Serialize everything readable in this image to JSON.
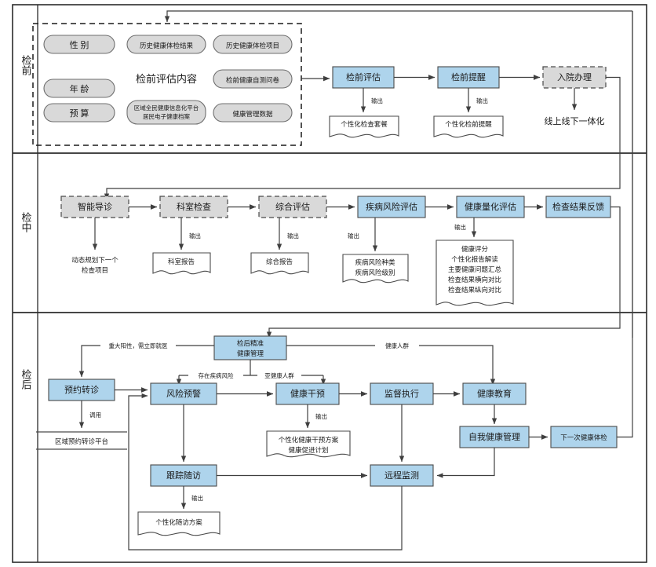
{
  "figure": {
    "type": "flowchart",
    "orientation": "three-phase horizontal swimlane",
    "colors": {
      "blue_fill": "#aed4ec",
      "gray_fill": "#d9d9d9",
      "white_fill": "#ffffff",
      "stroke": "#3f3f3f",
      "text": "#1a1a1a"
    }
  },
  "lanes": [
    {
      "id": "pre",
      "label": "检前"
    },
    {
      "id": "mid",
      "label": "检中"
    },
    {
      "id": "post",
      "label": "检后"
    }
  ],
  "pre": {
    "group_title": "检前评估内容",
    "inputs": [
      {
        "label": "性 别",
        "shape": "rounded",
        "fill": "gray"
      },
      {
        "label": "年 龄",
        "shape": "rounded",
        "fill": "gray"
      },
      {
        "label": "预 算",
        "shape": "rounded",
        "fill": "gray"
      },
      {
        "label": "历史健康体检结果",
        "shape": "rounded",
        "fill": "gray"
      },
      {
        "label": "区域全民健康信息化平台\n居民电子健康档案",
        "line1": "区域全民健康信息化平台",
        "line2": "居民电子健康档案",
        "shape": "rounded",
        "fill": "gray"
      },
      {
        "label": "历史健康体检项目",
        "shape": "rounded",
        "fill": "gray"
      },
      {
        "label": "检前健康自测问卷",
        "shape": "rounded",
        "fill": "gray"
      },
      {
        "label": "健康管理数据",
        "shape": "rounded",
        "fill": "gray"
      }
    ],
    "steps": [
      {
        "label": "检前评估",
        "shape": "rect",
        "fill": "blue"
      },
      {
        "label": "检前提醒",
        "shape": "rect",
        "fill": "blue"
      },
      {
        "label": "入院办理",
        "shape": "rect-dashed",
        "fill": "gray"
      }
    ],
    "outputs": [
      {
        "connector": "输出",
        "doc": "个性化检查套餐"
      },
      {
        "connector": "输出",
        "doc": "个性化检前提醒"
      }
    ],
    "note": "线上线下一体化"
  },
  "mid": {
    "steps": [
      {
        "label": "智能导诊",
        "shape": "rect-dashed",
        "fill": "gray"
      },
      {
        "label": "科室检查",
        "shape": "rect-dashed",
        "fill": "gray"
      },
      {
        "label": "综合评估",
        "shape": "rect-dashed",
        "fill": "gray"
      },
      {
        "label": "疾病风险评估",
        "shape": "rect",
        "fill": "blue"
      },
      {
        "label": "健康量化评估",
        "shape": "rect",
        "fill": "blue"
      },
      {
        "label": "检查结果反馈",
        "shape": "rect",
        "fill": "blue"
      }
    ],
    "note_plain": {
      "line1": "动态规划下一个",
      "line2": "检查项目"
    },
    "outputs": [
      {
        "connector": "输出",
        "doc_lines": [
          "科室报告"
        ]
      },
      {
        "connector": "输出",
        "doc_lines": [
          "综合报告"
        ]
      },
      {
        "connector": "输出",
        "doc_lines": [
          "疾病风险种类",
          "疾病风险级别"
        ]
      },
      {
        "connector": "输出",
        "doc_lines": [
          "健康评分",
          "个性化报告解读",
          "主要健康问题汇总",
          "检查结果横向对比",
          "检查结果纵向对比"
        ]
      }
    ]
  },
  "post": {
    "hub": {
      "line1": "检后精准",
      "line2": "健康管理",
      "shape": "rect",
      "fill": "blue"
    },
    "steps": [
      {
        "label": "预约转诊",
        "shape": "rect",
        "fill": "blue"
      },
      {
        "label": "风险预警",
        "shape": "rect",
        "fill": "blue"
      },
      {
        "label": "健康干预",
        "shape": "rect",
        "fill": "blue"
      },
      {
        "label": "监督执行",
        "shape": "rect",
        "fill": "blue"
      },
      {
        "label": "健康教育",
        "shape": "rect",
        "fill": "blue"
      },
      {
        "label": "自我健康管理",
        "shape": "rect",
        "fill": "blue"
      },
      {
        "label": "下一次健康体检",
        "shape": "rect",
        "fill": "blue"
      },
      {
        "label": "跟踪随访",
        "shape": "rect",
        "fill": "blue"
      },
      {
        "label": "远程监测",
        "shape": "rect",
        "fill": "blue"
      }
    ],
    "edge_labels": [
      "重大阳性，需立即就医",
      "存在疾病风险",
      "亚健康人群",
      "健康人群",
      "调用"
    ],
    "platform": {
      "label": "区域预约转诊平台",
      "shape": "open-band"
    },
    "outputs": [
      {
        "connector": "输出",
        "doc_lines": [
          "个性化健康干预方案",
          "健康促进计划"
        ]
      },
      {
        "connector": "输出",
        "doc_lines": [
          "个性化随访方案"
        ]
      }
    ]
  }
}
